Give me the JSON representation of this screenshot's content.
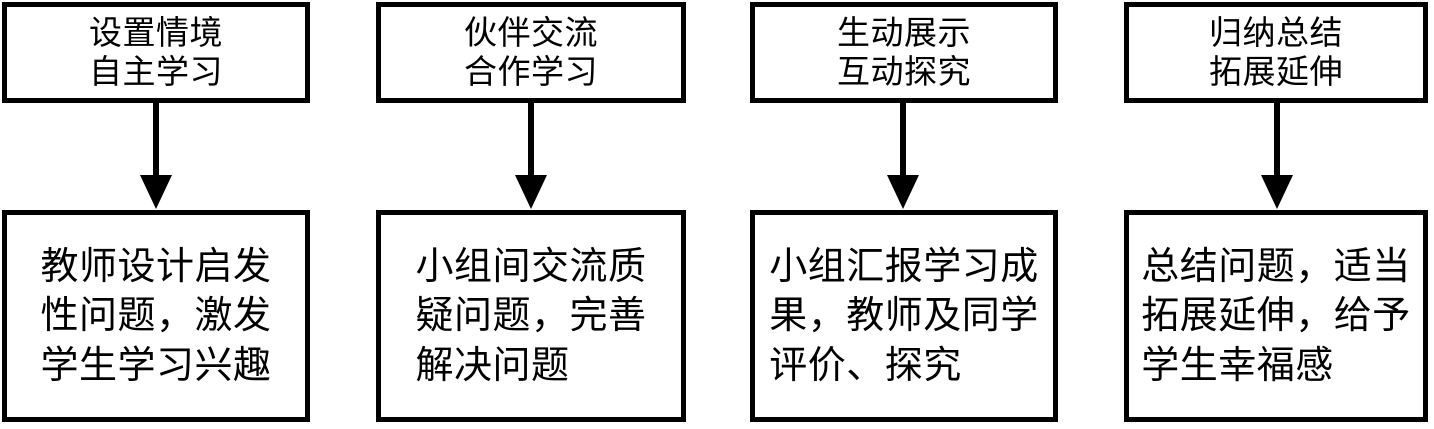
{
  "diagram": {
    "type": "flowchart",
    "orientation": "four-parallel-columns-top-to-bottom",
    "background_color": "#ffffff",
    "line_color": "#000000",
    "text_color": "#000000",
    "columns": [
      {
        "id": "column-1",
        "stage": "设置情境\n自主学习",
        "description": "教师设计启发\n性问题，激发\n学生学习兴趣",
        "arrow": "down-arrow"
      },
      {
        "id": "column-2",
        "stage": "伙伴交流\n合作学习",
        "description": "小组间交流质\n疑问题，完善\n解决问题",
        "arrow": "down-arrow"
      },
      {
        "id": "column-3",
        "stage": "生动展示\n互动探究",
        "description": "小组汇报学习成\n果，教师及同学\n评价、探究",
        "arrow": "down-arrow"
      },
      {
        "id": "column-4",
        "stage": "归纳总结\n拓展延伸",
        "description": "总结问题，适当\n拓展延伸，给予\n学生幸福感",
        "arrow": "down-arrow"
      }
    ]
  }
}
